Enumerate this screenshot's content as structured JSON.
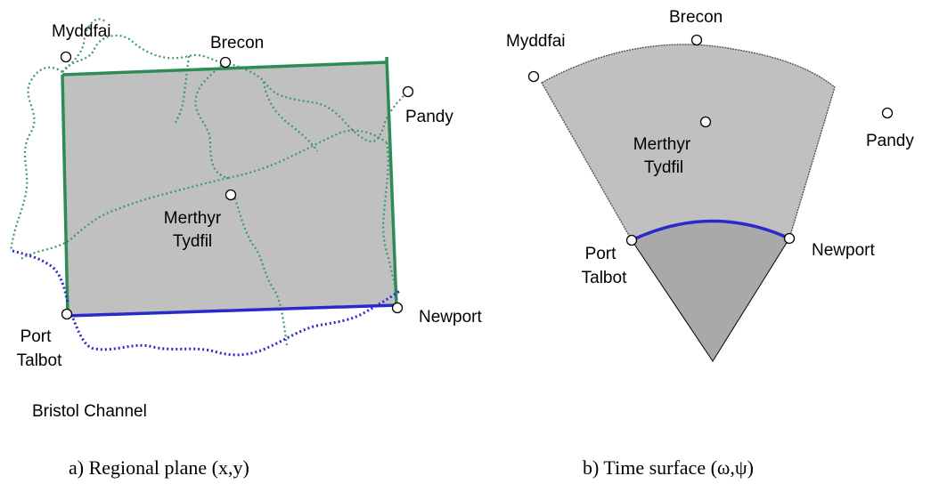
{
  "panel_a": {
    "caption": "a) Regional plane (x,y)",
    "sea_label": "Bristol Channel",
    "towns": {
      "myddfai": "Myddfai",
      "brecon": "Brecon",
      "pandy": "Pandy",
      "merthyr": [
        "Merthyr",
        "Tydfil"
      ],
      "port_talbot": [
        "Port",
        "Talbot"
      ],
      "newport": "Newport"
    }
  },
  "panel_b": {
    "caption": "b) Time surface (ω,ψ)",
    "towns": {
      "myddfai": "Myddfai",
      "brecon": "Brecon",
      "pandy": "Pandy",
      "merthyr": [
        "Merthyr",
        "Tydfil"
      ],
      "port_talbot": [
        "Port",
        "Talbot"
      ],
      "newport": "Newport"
    }
  },
  "colors": {
    "region_fill": "#c0c0c0",
    "inner_fill": "#a9a9a9",
    "boundary_green": "#2e8b57",
    "coast_blue": "#2a2acc",
    "road_green": "#3c9a68"
  }
}
